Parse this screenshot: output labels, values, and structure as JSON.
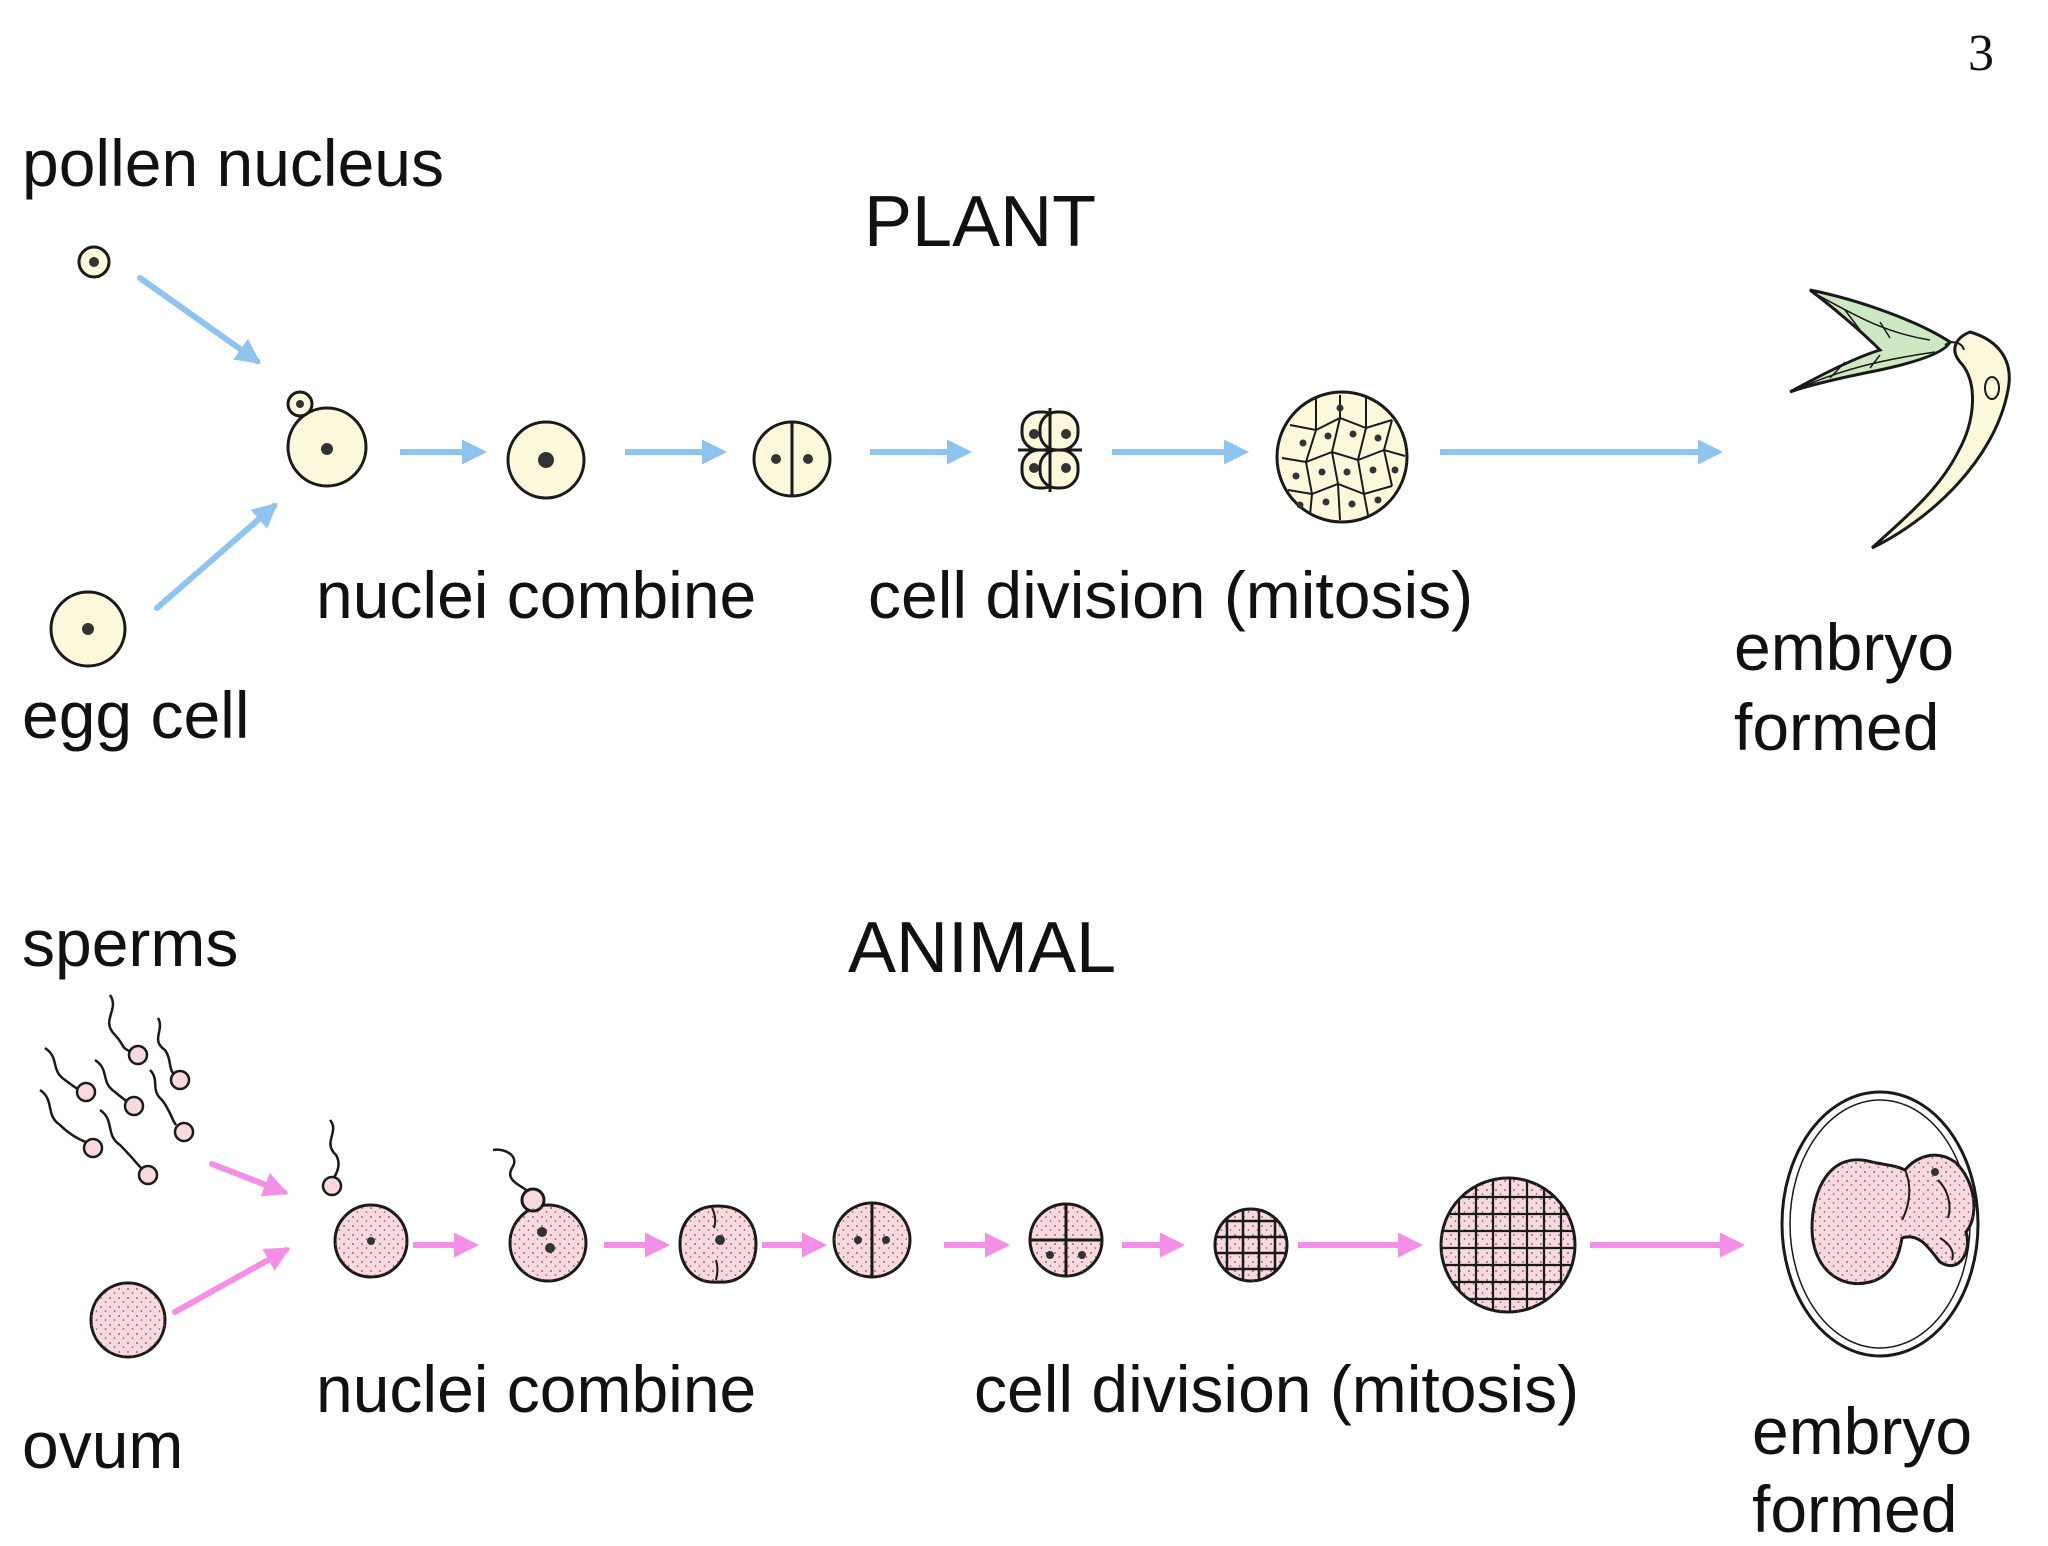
{
  "page_number": "3",
  "plant": {
    "title": "PLANT",
    "pollen_label": "pollen nucleus",
    "egg_label": "egg cell",
    "combine_label": "nuclei combine",
    "division_label": "cell division (mitosis)",
    "embryo_label_line1": "embryo",
    "embryo_label_line2": "formed"
  },
  "animal": {
    "title": "ANIMAL",
    "sperm_label": "sperms",
    "ovum_label": "ovum",
    "combine_label": "nuclei combine",
    "division_label": "cell division (mitosis)",
    "embryo_label_line1": "embryo",
    "embryo_label_line2": "formed"
  },
  "colors": {
    "plant_arrow": "#8fc3f0",
    "animal_arrow": "#f48fe8",
    "plant_cell_fill": "#fbf8dc",
    "animal_cell_fill": "#f8d9de",
    "leaf_fill": "#cfe8c4",
    "outline": "#1a1a1a"
  }
}
